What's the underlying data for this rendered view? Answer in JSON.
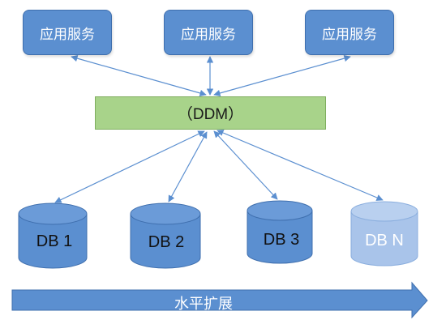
{
  "services": [
    {
      "label": "应用服务"
    },
    {
      "label": "应用服务"
    },
    {
      "label": "应用服务"
    }
  ],
  "middleware": {
    "label": "（DDM）"
  },
  "databases": [
    {
      "label": "DB 1"
    },
    {
      "label": "DB 2"
    },
    {
      "label": "DB 3"
    },
    {
      "label": "DB N"
    }
  ],
  "scale_arrow": {
    "label": "水平扩展"
  },
  "colors": {
    "service_fill": "#5b8fd0",
    "middleware_fill": "#a8d38a",
    "db_fill": "#5b8fd0",
    "db_faded_fill": "#a9c4ea",
    "arrow_line": "#5b8fd0",
    "scale_band": "#5b8fd0"
  }
}
